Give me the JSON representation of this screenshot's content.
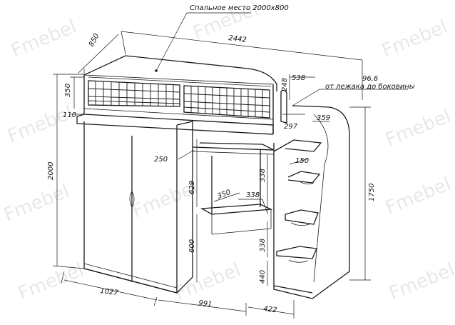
{
  "watermark": "Fmebel",
  "colors": {
    "line": "#1a1a1a",
    "text": "#111111",
    "watermark": "#e8e8e8",
    "background": "#ffffff"
  },
  "annotations": {
    "sleeping_place": "Спальное место 2000х800",
    "ladder_note_value": "96,6",
    "ladder_note_text": "от лежака до боковины"
  },
  "dimensions": {
    "width_total": "2442",
    "depth": "850",
    "rail_height": "350",
    "bed_base": "110",
    "height_total": "2000",
    "ladder_height": "1750",
    "wardrobe_width": "1027",
    "desk_width": "991",
    "ladder_width": "422",
    "shelf_depth": "250",
    "upper_shelf_height": "629",
    "lower_height": "600",
    "desk_depth": "350",
    "desk_shelf": "338",
    "step_upper": "338",
    "step_lower": "338",
    "bottom_step": "440",
    "handle_w": "538",
    "handle_h": "248",
    "handle_offset": "297",
    "ladder_top": "359",
    "ladder_step": "150"
  }
}
